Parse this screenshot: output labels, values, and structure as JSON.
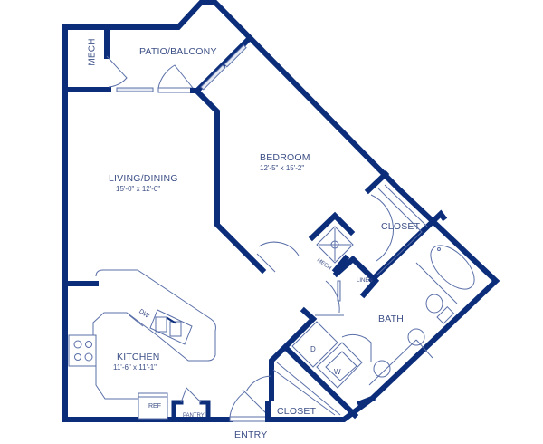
{
  "floorplan": {
    "colors": {
      "wall": "#0b2d7a",
      "label": "#3c4f86",
      "fixture": "#5a6fa8"
    },
    "rooms": {
      "mech_top": {
        "label": "MECH"
      },
      "patio": {
        "label": "PATIO/BALCONY"
      },
      "living": {
        "label": "LIVING/DINING",
        "dims": "15'-0\" x 12'-0\""
      },
      "bedroom": {
        "label": "BEDROOM",
        "dims": "12'-5\" x 15'-2\""
      },
      "closet_bed": {
        "label": "CLOSET"
      },
      "mech_center": {
        "label": "MECH"
      },
      "linen": {
        "label": "LINEN"
      },
      "bath": {
        "label": "BATH"
      },
      "kitchen": {
        "label": "KITCHEN",
        "dims": "11'-6\" x 11'-1\""
      },
      "closet_entry": {
        "label": "CLOSET"
      },
      "entry": {
        "label": "ENTRY"
      }
    },
    "fixtures": {
      "dishwasher": "DW",
      "refrigerator": "REF",
      "pantry": "PANTRY",
      "dryer": "D",
      "washer": "W"
    }
  }
}
